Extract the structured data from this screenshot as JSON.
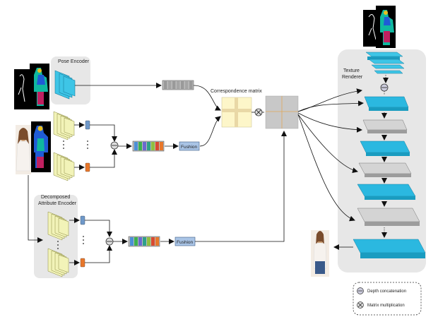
{
  "labels": {
    "pose_encoder": "Pose Encoder",
    "correspondence_matrix": "Correspondence matrix",
    "texture_renderer_line1": "Texture",
    "texture_renderer_line2": "Renderer",
    "decomposed_line1": "Decomposed",
    "decomposed_line2": "Attribute Encoder",
    "fusion_top": "Fushion",
    "fusion_bottom": "Fushion"
  },
  "legend": {
    "depth_concat": "Depth  concatenation",
    "matrix_mult": "Matrix multiplication"
  },
  "colors": {
    "cyan": "#3ec5e6",
    "cyan_dark": "#1a9cc0",
    "yellow_feature": "#f2f3b8",
    "gray_box": "#d9d9d9",
    "orange": "#e8772a",
    "blue_small": "#6f98c9",
    "fusion_fill": "#a9c4e6",
    "corr_yellow": "#fdf6c9",
    "panel_bg": "#e7e7e7"
  }
}
